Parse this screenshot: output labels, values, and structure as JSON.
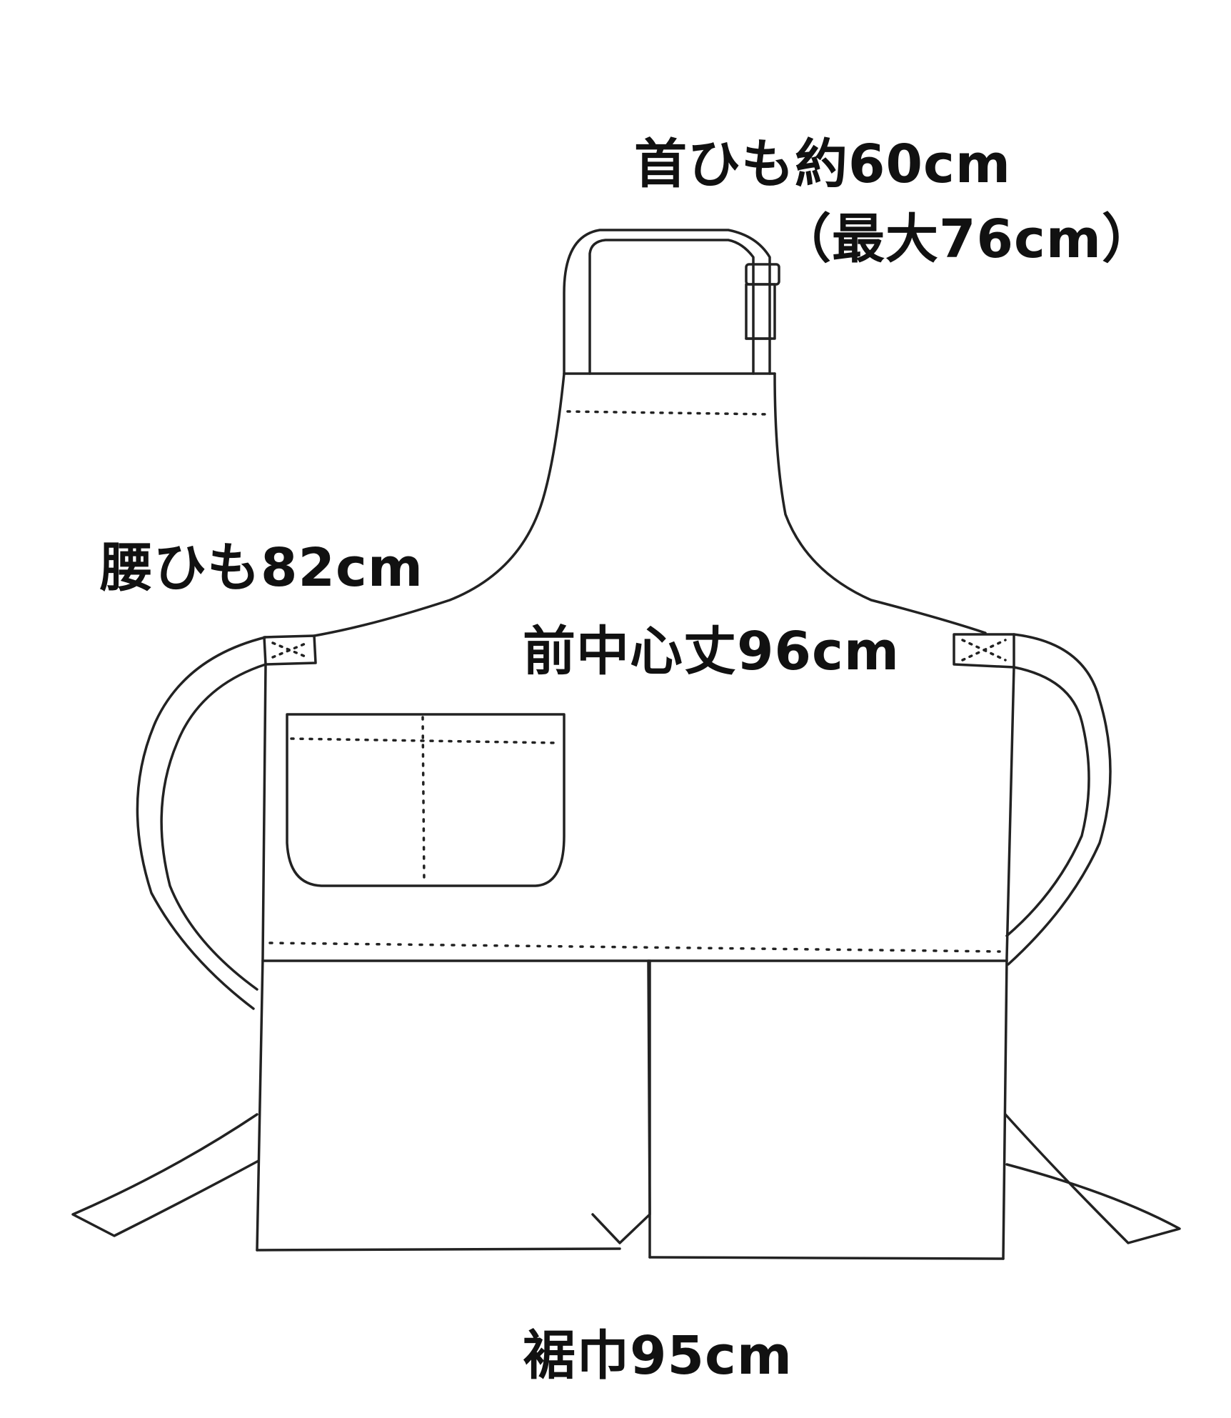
{
  "labels": {
    "neck_strap": "首ひも約60cm",
    "neck_strap_max": "（最大76cm）",
    "waist_strap": "腰ひも82cm",
    "center_front_length": "前中心丈96cm",
    "hem_width": "裾巾95cm"
  },
  "colors": {
    "line": "#222222",
    "background": "#ffffff",
    "text": "#111111"
  }
}
